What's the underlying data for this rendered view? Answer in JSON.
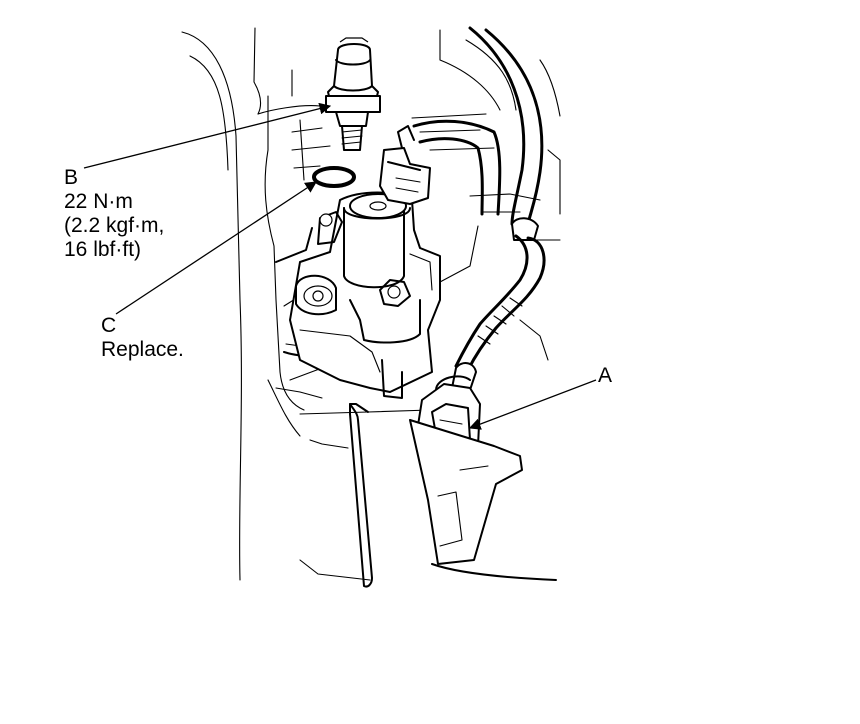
{
  "callouts": {
    "a": {
      "letter": "A"
    },
    "b": {
      "letter": "B",
      "torque_nm": "22 N·m",
      "torque_kgfm": "(2.2 kgf·m,",
      "torque_lbfft": "16 lbf·ft)"
    },
    "c": {
      "letter": "C",
      "note": "Replace."
    }
  }
}
